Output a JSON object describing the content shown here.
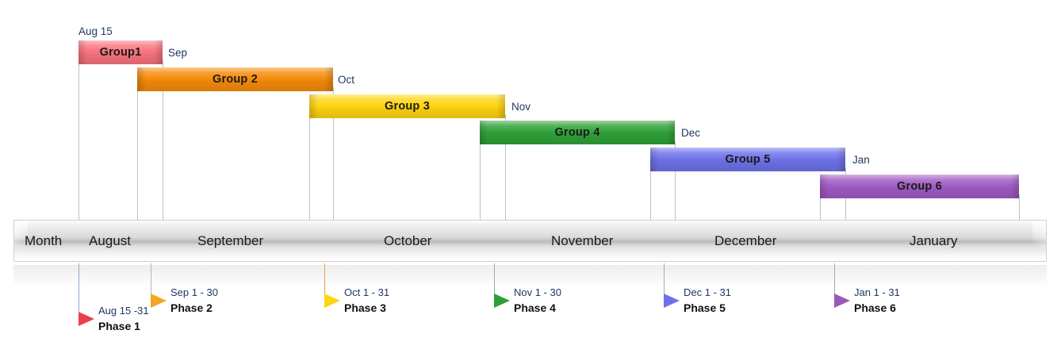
{
  "chart_data": {
    "type": "gantt",
    "title": "",
    "axis": {
      "label": "Month",
      "months": [
        "August",
        "September",
        "October",
        "November",
        "December",
        "January"
      ],
      "range_start": "Aug",
      "range_end": "Jan"
    },
    "bars": [
      {
        "label": "Group1",
        "start": "Aug 15",
        "end": "Sep",
        "color": "#F8737F"
      },
      {
        "label": "Group 2",
        "start": "Sep",
        "end": "Oct",
        "color": "#F58B0A"
      },
      {
        "label": "Group 3",
        "start": "Oct",
        "end": "Nov",
        "color": "#FFD411"
      },
      {
        "label": "Group 4",
        "start": "Nov",
        "end": "Dec",
        "color": "#2FA238"
      },
      {
        "label": "Group 5",
        "start": "Dec",
        "end": "Jan",
        "color": "#6E72E8"
      },
      {
        "label": "Group 6",
        "start": "Jan",
        "end": "",
        "color": "#A05BC4"
      }
    ],
    "bar_end_tags": [
      "Sep",
      "Oct",
      "Nov",
      "Dec",
      "Jan"
    ],
    "bar_start_tag": "Aug 15",
    "milestones": [
      {
        "name": "Phase 1",
        "date": "Aug 15 -31",
        "color": "#E8414B"
      },
      {
        "name": "Phase 2",
        "date": "Sep 1 - 30",
        "color": "#F5A623"
      },
      {
        "name": "Phase 3",
        "date": "Oct 1 - 31",
        "color": "#FFD411"
      },
      {
        "name": "Phase 4",
        "date": "Nov 1 - 30",
        "color": "#2E9E38"
      },
      {
        "name": "Phase 5",
        "date": "Dec 1 - 31",
        "color": "#6E72E8"
      },
      {
        "name": "Phase 6",
        "date": "Jan 1 - 31",
        "color": "#9B59B6"
      }
    ]
  },
  "colors": {
    "date_text": "#1f3864",
    "axis_text": "#1a1a1a",
    "gridline": "#bfbfbf"
  }
}
